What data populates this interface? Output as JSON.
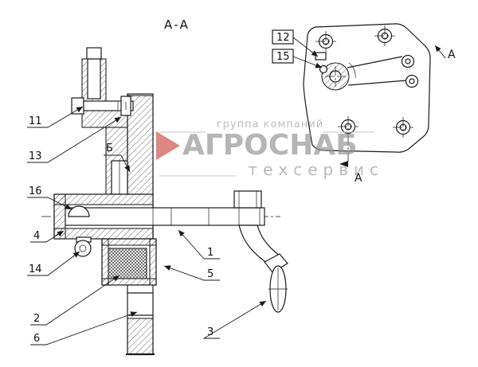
{
  "labels": {
    "section_view": "А-А",
    "detail_b": "Б",
    "section_arrow_top": "А",
    "section_arrow_bottom": "А"
  },
  "callouts": {
    "n1": "1",
    "n2": "2",
    "n3": "3",
    "n4": "4",
    "n5": "5",
    "n6": "6",
    "n11": "11",
    "n12": "12",
    "n13": "13",
    "n14": "14",
    "n15": "15",
    "n16": "16"
  },
  "watermark": {
    "top": "группа компаний",
    "brand": "АГРОСНАБ",
    "bottom": "техсервис"
  },
  "colors": {
    "line": "#1a1a1a",
    "watermark_gray": "#8f8f8f",
    "accent_red": "#c0281e"
  }
}
